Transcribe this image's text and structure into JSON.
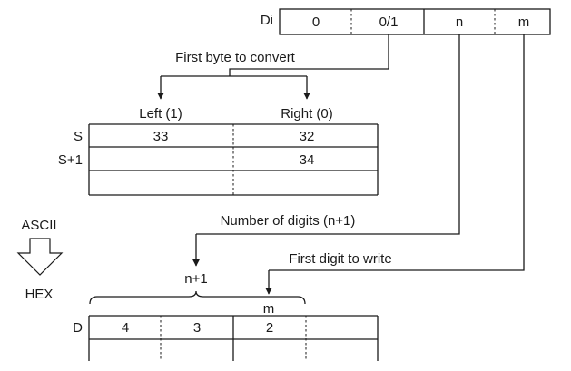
{
  "control_word": {
    "label": "Di",
    "fields": [
      "0",
      "0/1",
      "n",
      "m"
    ]
  },
  "source": {
    "caption": "First byte to convert",
    "col_left": "Left (1)",
    "col_right": "Right (0)",
    "row_labels": [
      "S",
      "S+1"
    ],
    "rows": [
      {
        "left": "33",
        "right": "32"
      },
      {
        "left": "",
        "right": "34"
      },
      {
        "left": "",
        "right": ""
      }
    ]
  },
  "conversion": {
    "from": "ASCII",
    "to": "HEX"
  },
  "digits_caption": "Number of digits (n+1)",
  "first_digit_caption": "First digit to write",
  "brace": {
    "outer_label": "n+1",
    "inner_label": "m"
  },
  "destination": {
    "label": "D",
    "cells": [
      "4",
      "3",
      "2",
      ""
    ]
  }
}
